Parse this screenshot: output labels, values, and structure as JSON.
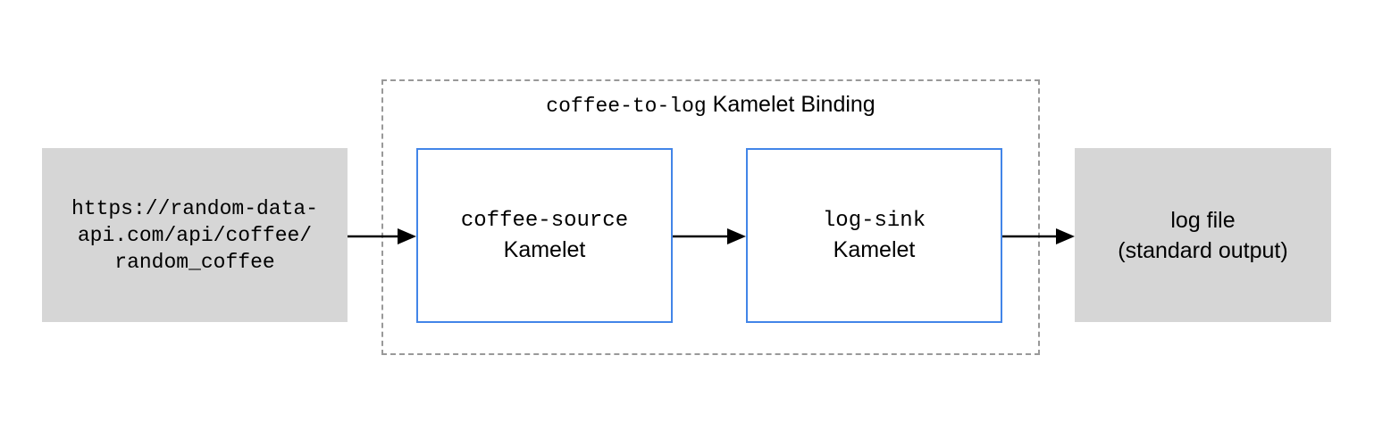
{
  "diagram": {
    "title_mono": "coffee-to-log",
    "title_sans": "Kamelet Binding",
    "source": {
      "label": "https://random-data-\napi.com/api/coffee/\nrandom_coffee"
    },
    "kamelets": [
      {
        "name": "coffee-source",
        "kind": "Kamelet"
      },
      {
        "name": "log-sink",
        "kind": "Kamelet"
      }
    ],
    "sink": {
      "label": "log file\n(standard output)"
    },
    "arrows": [
      {
        "name": "source-to-coffee-source"
      },
      {
        "name": "coffee-source-to-log-sink"
      },
      {
        "name": "log-sink-to-logfile"
      }
    ],
    "colors": {
      "kamelet_border": "#4285e8",
      "external_box_fill": "#d6d6d6",
      "binding_border": "#999999",
      "arrow": "#000000",
      "background": "#ffffff"
    }
  }
}
